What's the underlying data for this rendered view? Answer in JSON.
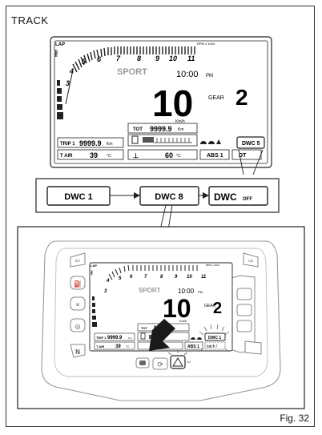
{
  "mode_label": "TRACK",
  "figure_label": "Fig. 32",
  "dash": {
    "lap": "LAP",
    "rpm_unit": "RPM x 1000",
    "scale": [
      "3",
      "4",
      "5",
      "6",
      "7",
      "8",
      "9",
      "10",
      "11"
    ],
    "riding_mode": "SPORT",
    "clock": "10:00",
    "clock_suffix": "PM",
    "speed": "10",
    "speed_unit": "Km/h",
    "gear_label": "GEAR",
    "gear": "2",
    "tot_label": "TOT",
    "tot_value": "9999.9",
    "tot_unit": "Km",
    "trip_label": "TRIP 1",
    "trip_value": "9999.9",
    "trip_unit": "Km",
    "tair_label": "T AIR",
    "tair_value": "39",
    "tair_unit": "°C",
    "coolant_value": "60",
    "coolant_unit": "°C",
    "abs_label": "ABS 1",
    "dwc_label": "DWC 5",
    "dtc_label": "DT"
  },
  "flow": {
    "step1": "DWC 1",
    "step2": "DWC 8",
    "step3": "DWC",
    "step3_suffix": "OFF"
  },
  "dash_small": {
    "dwc_label": "DWC 1",
    "latch_label": "latch !"
  },
  "colors": {
    "line": "#222222",
    "gray_text": "#888888"
  }
}
